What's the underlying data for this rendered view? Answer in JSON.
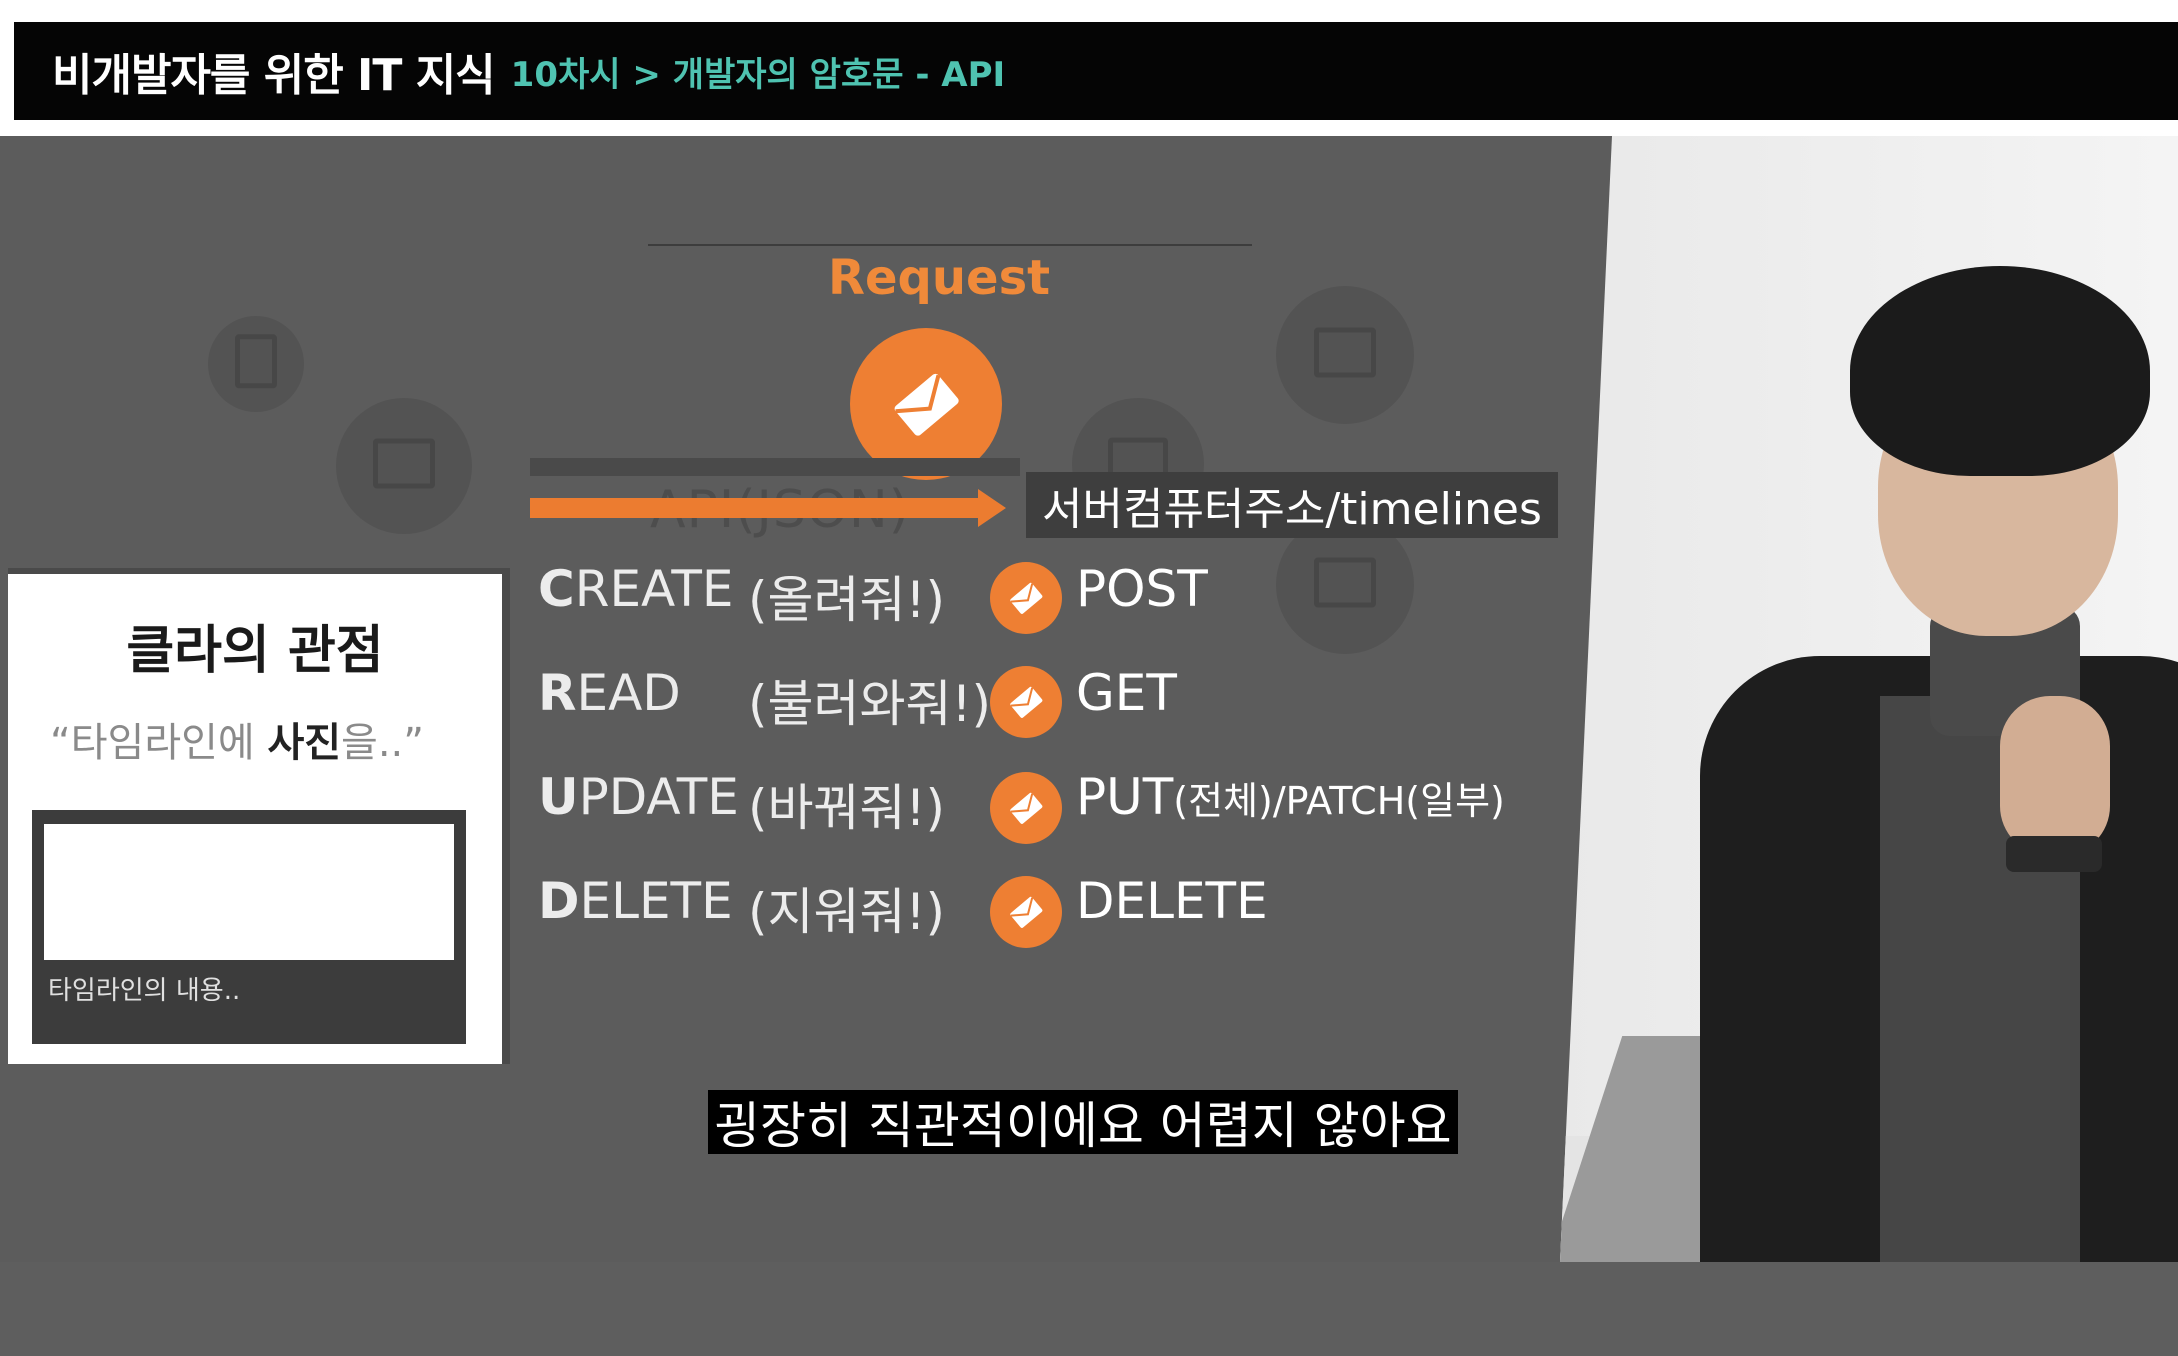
{
  "header": {
    "series_title": "비개발자를 위한 IT 지식",
    "episode_title": "10차시 > 개발자의 암호문 - API"
  },
  "diagram": {
    "request_label": "Request",
    "api_label": "API(JSON)",
    "url": "서버컴퓨터주소/timelines"
  },
  "crud": [
    {
      "verb_first": "C",
      "verb_rest": "REATE",
      "desc": "(올려줘!)",
      "method": "POST",
      "method_detail": ""
    },
    {
      "verb_first": "R",
      "verb_rest": "EAD",
      "desc": "(불러와줘!)",
      "method": "GET",
      "method_detail": ""
    },
    {
      "verb_first": "U",
      "verb_rest": "PDATE",
      "desc": "(바꿔줘!)",
      "method": "PUT",
      "method_detail": "(전체)/PATCH(일부)"
    },
    {
      "verb_first": "D",
      "verb_rest": "ELETE",
      "desc": "(지워줘!)",
      "method": "DELETE",
      "method_detail": ""
    }
  ],
  "client_card": {
    "title": "클라의 관점",
    "quote_open": "“타임라인에 ",
    "quote_bold": "사진",
    "quote_close": "을..”",
    "caption": "타임라인의 내용.."
  },
  "subtitle": "굉장히 직관적이에요 어렵지 않아요",
  "colors": {
    "accent_orange": "#ee7f33",
    "header_green": "#4fc3b1",
    "slide_bg": "#5c5c5c"
  }
}
